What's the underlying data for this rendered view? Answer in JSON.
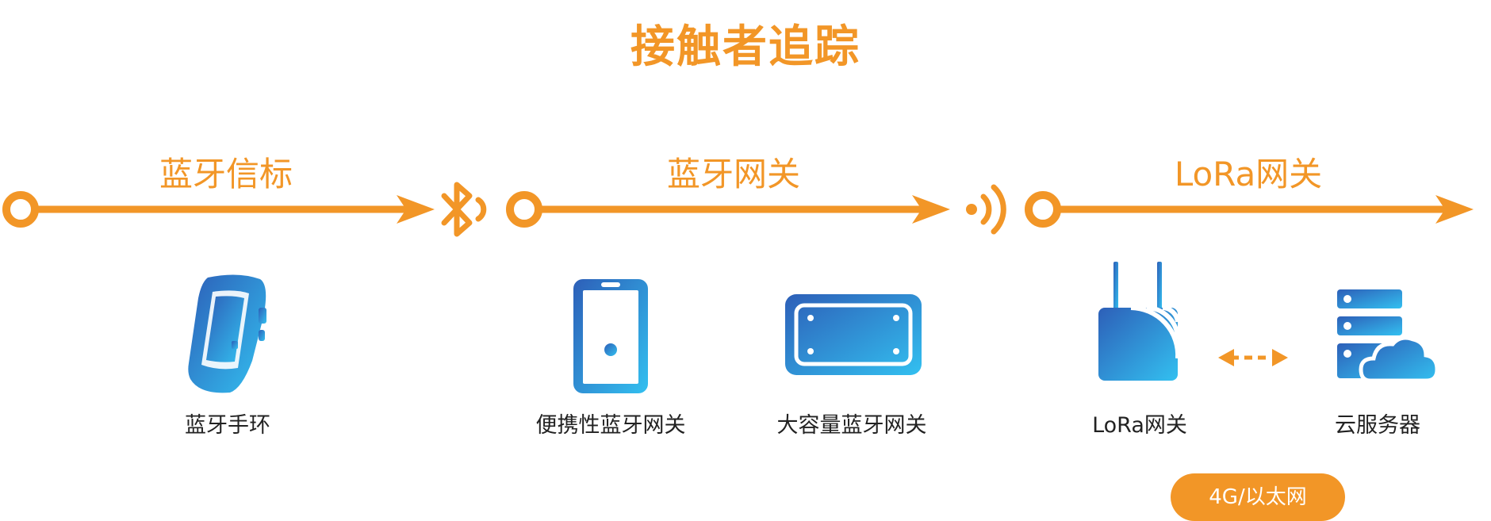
{
  "title": "接触者追踪",
  "sections": [
    {
      "label": "蓝牙信标"
    },
    {
      "label": "蓝牙网关"
    },
    {
      "label": "LoRa网关"
    }
  ],
  "devices": [
    {
      "label": "蓝牙手环",
      "icon": "wristband-icon"
    },
    {
      "label": "便携性蓝牙网关",
      "icon": "phone-icon"
    },
    {
      "label": "大容量蓝牙网关",
      "icon": "panel-gateway-icon"
    },
    {
      "label": "LoRa网关",
      "icon": "router-icon"
    },
    {
      "label": "云服务器",
      "icon": "cloud-server-icon"
    }
  ],
  "connectors": [
    "bluetooth-icon",
    "wireless-signal-icon"
  ],
  "badge": "4G/以太网",
  "colors": {
    "accent": "#f29627",
    "icon_gradient_start": "#2d5fb8",
    "icon_gradient_end": "#33c0f0",
    "text": "#222222"
  }
}
